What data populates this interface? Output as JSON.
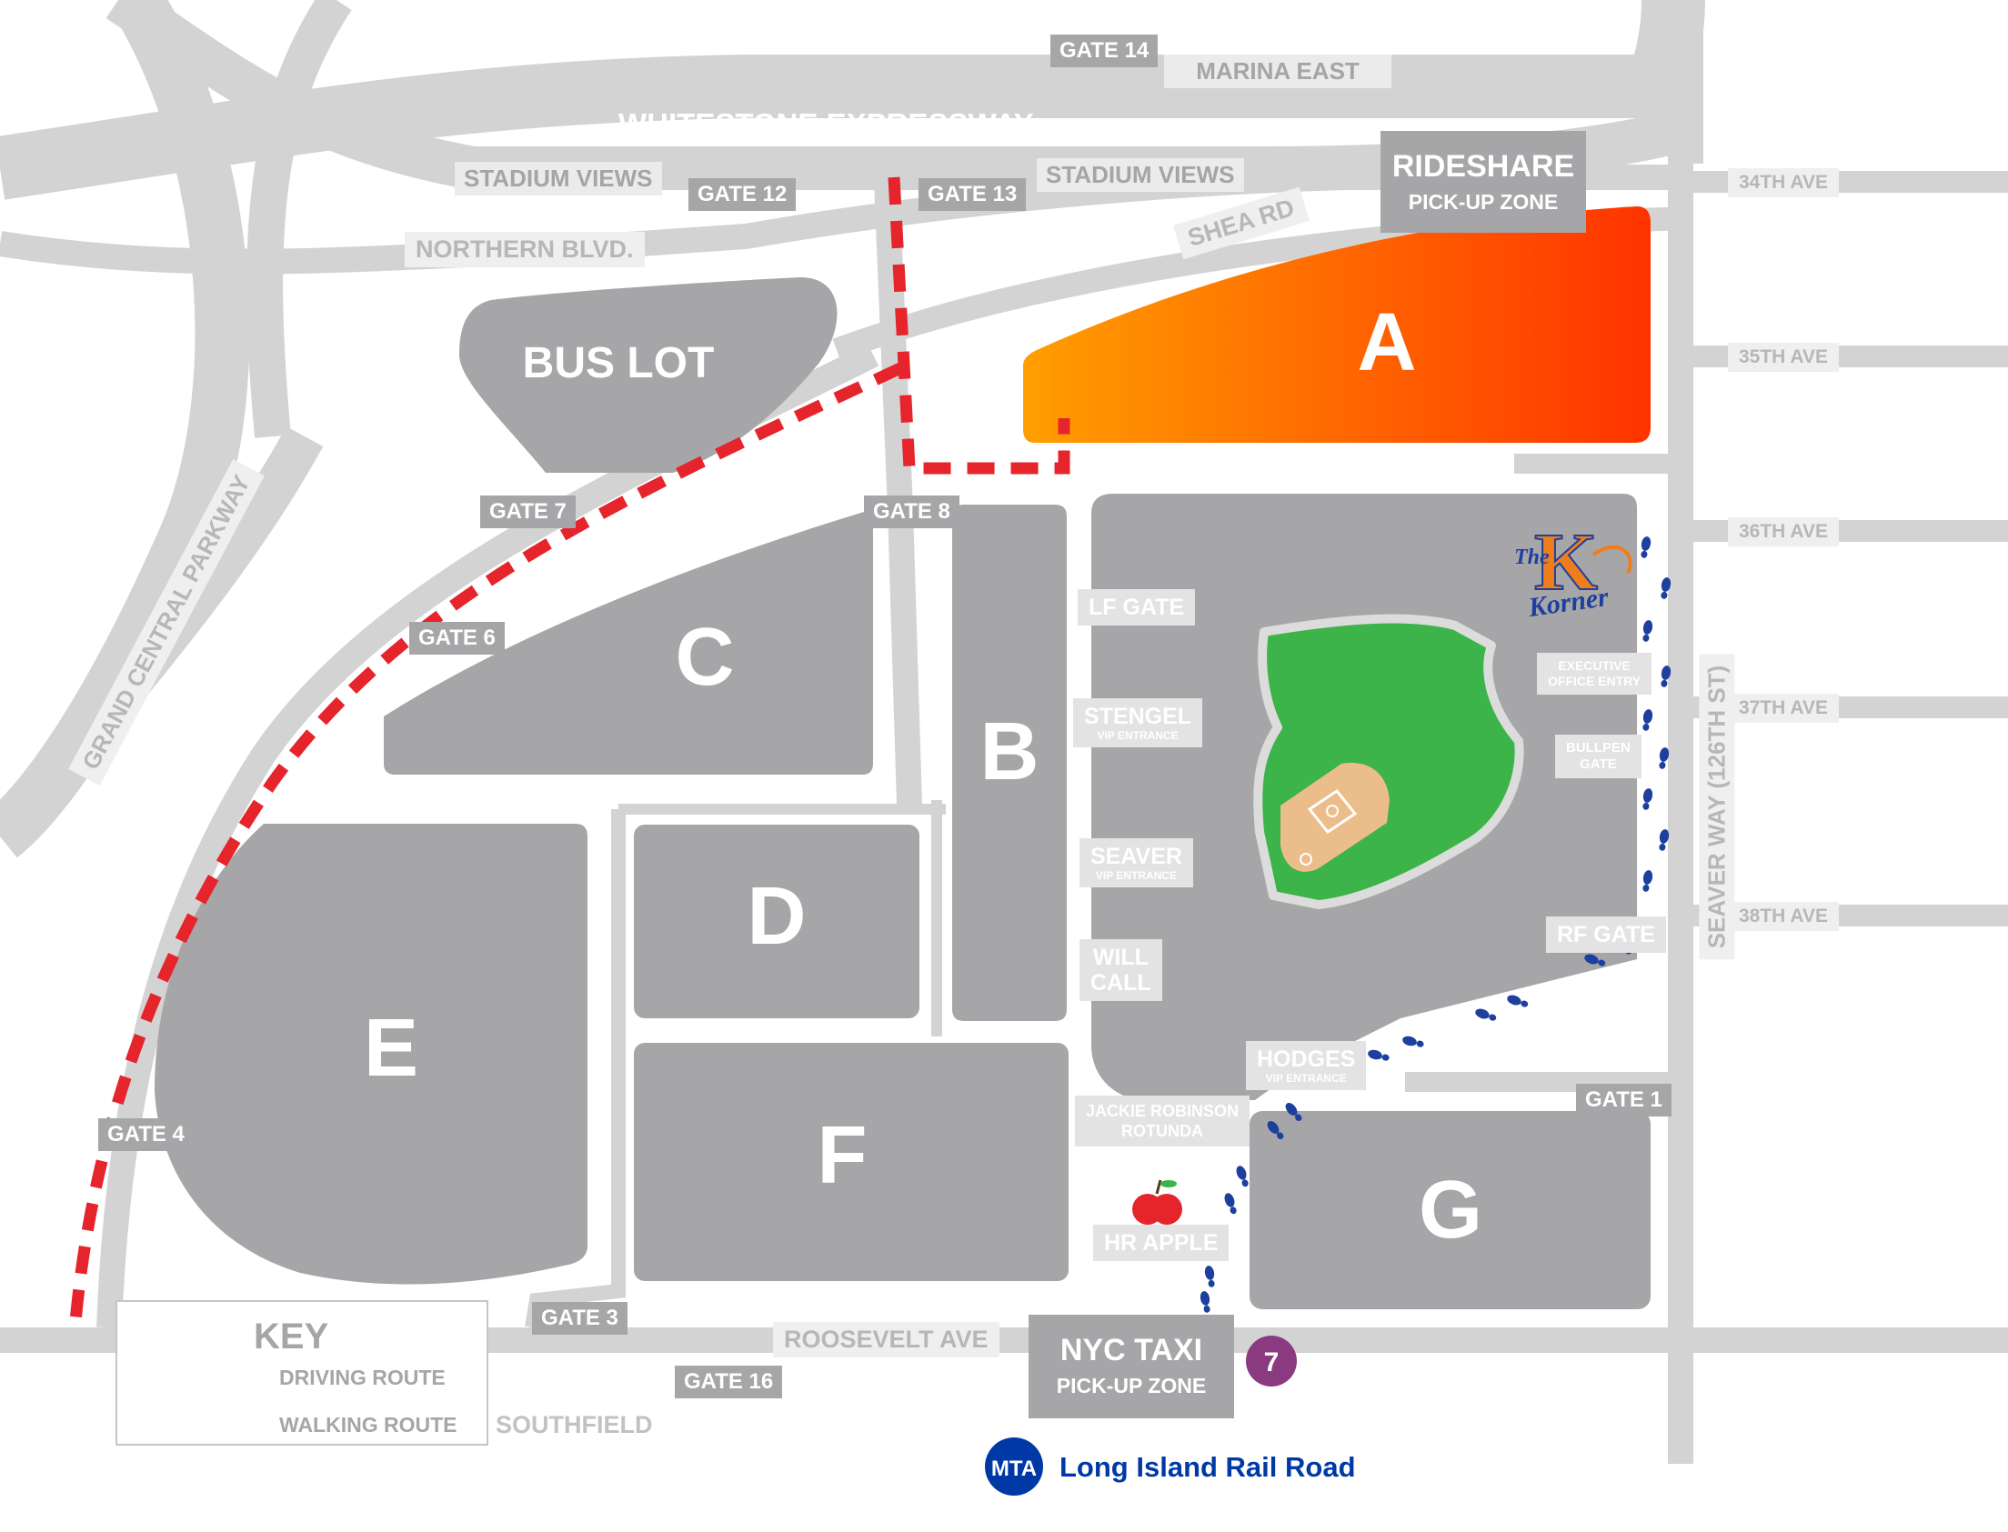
{
  "roads": {
    "whitestone": "WHITESTONE EXPRESSWAY",
    "northern": "NORTHERN BLVD.",
    "shea": "SHEA RD",
    "grand_central": "GRAND CENTRAL PARKWAY",
    "roosevelt": "ROOSEVELT AVE",
    "seaver_way": "SEAVER WAY (126TH ST)",
    "southfield": "SOUTHFIELD",
    "marina_east": "MARINA EAST",
    "stadium_views_left": "STADIUM VIEWS",
    "stadium_views_right": "STADIUM VIEWS",
    "ave_34": "34TH AVE",
    "ave_35": "35TH AVE",
    "ave_36": "36TH AVE",
    "ave_37": "37TH AVE",
    "ave_38": "38TH AVE"
  },
  "gates": {
    "g14": "GATE 14",
    "g12": "GATE 12",
    "g13": "GATE 13",
    "g7": "GATE 7",
    "g8": "GATE 8",
    "g6": "GATE 6",
    "g4": "GATE 4",
    "g3": "GATE 3",
    "g16": "GATE 16",
    "g1": "GATE 1"
  },
  "lots": {
    "a": "A",
    "b": "B",
    "c": "C",
    "d": "D",
    "e": "E",
    "f": "F",
    "g": "G",
    "bus": "BUS LOT"
  },
  "zones": {
    "rideshare_title": "RIDESHARE",
    "rideshare_sub": "PICK-UP ZONE",
    "taxi_title": "NYC TAXI",
    "taxi_sub": "PICK-UP ZONE"
  },
  "stadium_gates": {
    "lf": "LF GATE",
    "stengel": "STENGEL",
    "stengel_sub": "VIP ENTRANCE",
    "seaver": "SEAVER",
    "seaver_sub": "VIP ENTRANCE",
    "will_call_1": "WILL",
    "will_call_2": "CALL",
    "hodges": "HODGES",
    "hodges_sub": "VIP ENTRANCE",
    "jackie_1": "JACKIE ROBINSON",
    "jackie_2": "ROTUNDA",
    "exec_1": "EXECUTIVE",
    "exec_2": "OFFICE ENTRY",
    "bullpen_1": "BULLPEN",
    "bullpen_2": "GATE",
    "rf": "RF GATE",
    "hr_apple": "HR APPLE"
  },
  "key": {
    "title": "KEY",
    "driving": "DRIVING ROUTE",
    "walking": "WALKING ROUTE"
  },
  "transit": {
    "subway_line": "7",
    "mta_logo": "MTA",
    "lirr": "Long Island Rail Road"
  },
  "korner_logo": {
    "the": "The",
    "k": "K",
    "korner": "Korner"
  },
  "colors": {
    "lot_gray": "#a6a6a8",
    "road_gray": "#d3d3d3",
    "driving_route": "#e5242c",
    "walking_route": "#1d3f9e",
    "lot_a_start": "#ff9a00",
    "lot_a_end": "#ff3300",
    "field_green": "#3cb44a",
    "infield_tan": "#ebbd8b",
    "subway_purple": "#8b3a7f",
    "mta_blue": "#0039a6"
  }
}
